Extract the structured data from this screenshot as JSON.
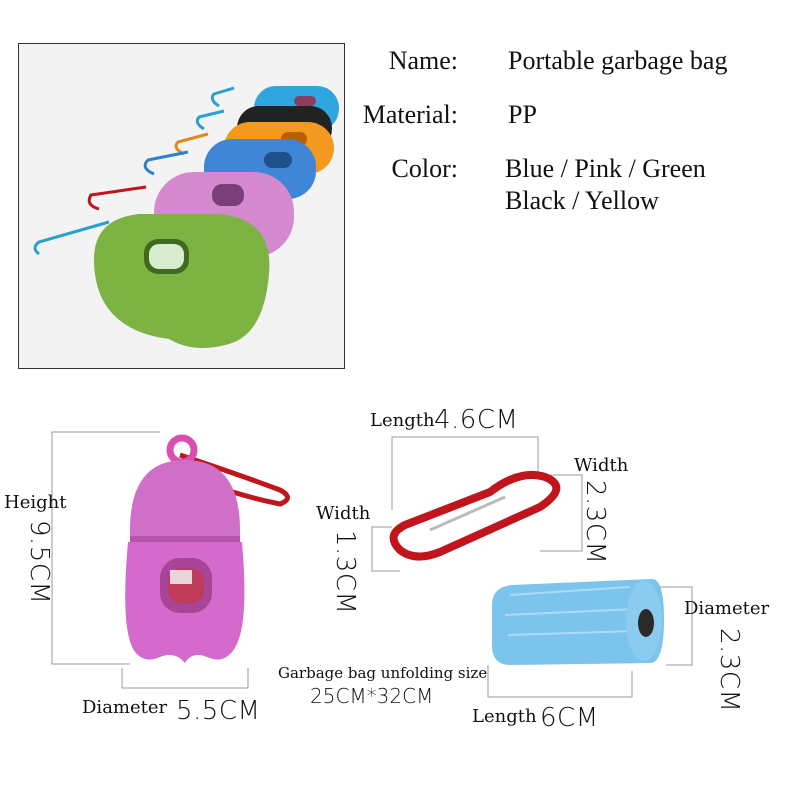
{
  "specs": {
    "name_label": "Name:",
    "name_value": "Portable garbage bag",
    "material_label": "Material:",
    "material_value": "PP",
    "color_label": "Color:",
    "color_value_line1": "Blue / Pink / Green",
    "color_value_line2": "Black / Yellow"
  },
  "dispenser_dims": {
    "height_label": "Height",
    "height_value": "9.5CM",
    "diameter_label": "Diameter",
    "diameter_value": "5.5CM"
  },
  "carabiner_dims": {
    "length_label": "Length",
    "length_value": "4.6CM",
    "width_right_label": "Width",
    "width_right_value": "2.3CM",
    "width_left_label": "Width",
    "width_left_value": "1.3CM"
  },
  "roll_dims": {
    "diameter_label": "Diameter",
    "diameter_value": "2.3CM",
    "unfold_label": "Garbage bag unfolding size",
    "unfold_value": "25CM*32CM",
    "length_label": "Length",
    "length_value": "6CM"
  },
  "colors": {
    "green": "#7db343",
    "pink": "#d58ad0",
    "blue": "#3f86d6",
    "orange": "#f39a1e",
    "black": "#222222",
    "cyan": "#2fa6e0",
    "carabiner_red": "#c0151c",
    "roll_blue": "#7cc4ec"
  }
}
